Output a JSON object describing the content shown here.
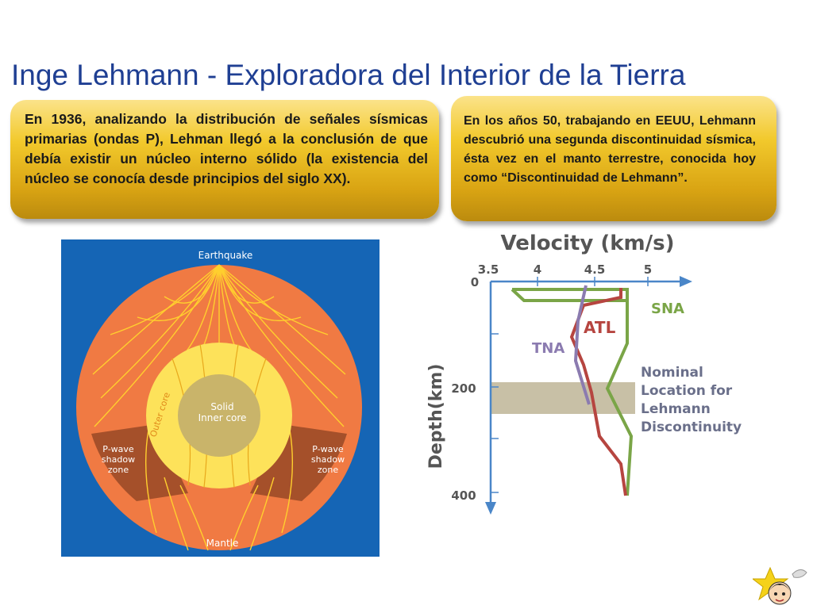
{
  "title": "Inge Lehmann - Exploradora del Interior de la Tierra",
  "callout_left": "En 1936, analizando la distribución de señales sísmicas primarias (ondas P), Lehman llegó a la conclusión de que debía existir un núcleo interno sólido (la existencia del núcleo se conocía desde principios del siglo XX).",
  "callout_right": "En los años 50, trabajando en EEUU, Lehmann descubrió una segunda discontinuidad sísmica, ésta vez en el manto terrestre, conocida hoy como “Discontinuidad de Lehmann”.",
  "earth_diagram": {
    "earthquake": "Earthquake",
    "inner_core_line1": "Solid",
    "inner_core_line2": "Inner core",
    "outer_core": "Outer core",
    "shadow_left": [
      "P-wave",
      "shadow",
      "zone"
    ],
    "shadow_right": [
      "P-wave",
      "shadow",
      "zone"
    ],
    "mantle": "Mantle",
    "colors": {
      "background": "#1565b5",
      "mantle": "#f07a43",
      "outer_core": "#fde25a",
      "inner_core": "#c9b46a",
      "shadow": "#a5502a",
      "ray": "#ffcf2e"
    }
  },
  "velocity_chart": {
    "title": "Velocity (km/s)",
    "x_ticks": [
      "3.5",
      "4",
      "4.5",
      "5"
    ],
    "y_label": "Depth(km)",
    "y_ticks": [
      "0",
      "200",
      "400"
    ],
    "series": [
      {
        "name": "SNA",
        "color": "#7aa547"
      },
      {
        "name": "ATL",
        "color": "#b64540"
      },
      {
        "name": "TNA",
        "color": "#8b7bb0"
      }
    ],
    "band_label": [
      "Nominal",
      "Location for",
      "Lehmann",
      "Discontinuity"
    ],
    "band_color": "#c8c0a6",
    "axis_color": "#4a86c8"
  }
}
